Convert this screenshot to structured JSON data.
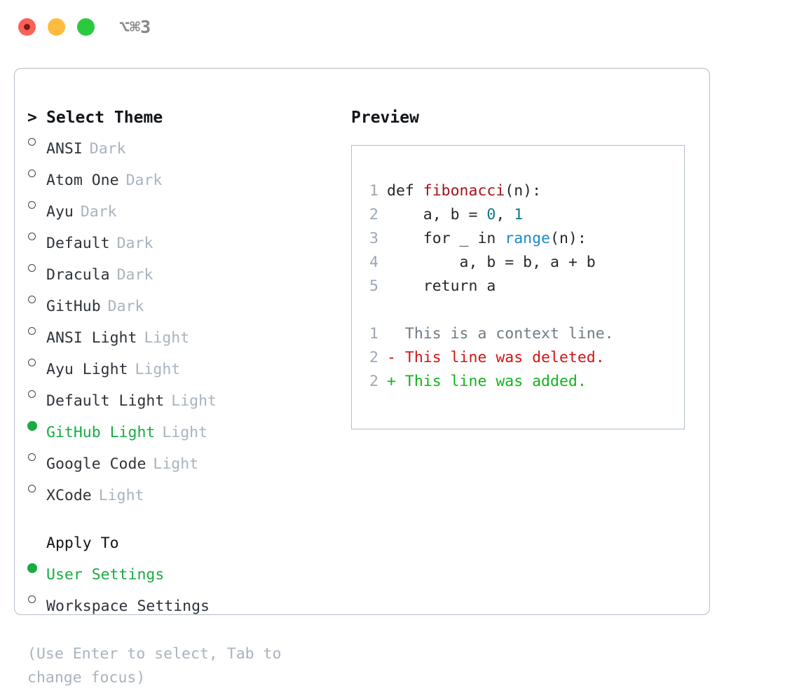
{
  "window": {
    "title": "⌥⌘3",
    "controls": [
      {
        "name": "close",
        "color": "#fc6058"
      },
      {
        "name": "minimize",
        "color": "#fdbc40"
      },
      {
        "name": "maximize",
        "color": "#2bc940"
      }
    ]
  },
  "theme_picker": {
    "caret": ">",
    "header": "Select Theme",
    "options": [
      {
        "label": "ANSI",
        "kind": "Dark",
        "selected": false
      },
      {
        "label": "Atom One",
        "kind": "Dark",
        "selected": false
      },
      {
        "label": "Ayu",
        "kind": "Dark",
        "selected": false
      },
      {
        "label": "Default",
        "kind": "Dark",
        "selected": false
      },
      {
        "label": "Dracula",
        "kind": "Dark",
        "selected": false
      },
      {
        "label": "GitHub",
        "kind": "Dark",
        "selected": false
      },
      {
        "label": "ANSI Light",
        "kind": "Light",
        "selected": false
      },
      {
        "label": "Ayu Light",
        "kind": "Light",
        "selected": false
      },
      {
        "label": "Default Light",
        "kind": "Light",
        "selected": false
      },
      {
        "label": "GitHub Light",
        "kind": "Light",
        "selected": true
      },
      {
        "label": "Google Code",
        "kind": "Light",
        "selected": false
      },
      {
        "label": "XCode",
        "kind": "Light",
        "selected": false
      }
    ]
  },
  "apply_to": {
    "title": "Apply To",
    "options": [
      {
        "label": "User Settings",
        "selected": true
      },
      {
        "label": "Workspace Settings",
        "selected": false
      }
    ]
  },
  "hint": "(Use Enter to select, Tab to change focus)",
  "preview": {
    "title": "Preview",
    "code_lines": [
      {
        "no": "1",
        "parts": [
          {
            "t": "def ",
            "c": "plain"
          },
          {
            "t": "fibonacci",
            "c": "fn"
          },
          {
            "t": "(n):",
            "c": "plain"
          }
        ]
      },
      {
        "no": "2",
        "parts": [
          {
            "t": "    a, b = ",
            "c": "plain"
          },
          {
            "t": "0",
            "c": "num"
          },
          {
            "t": ", ",
            "c": "plain"
          },
          {
            "t": "1",
            "c": "num"
          }
        ]
      },
      {
        "no": "3",
        "parts": [
          {
            "t": "    for _ in ",
            "c": "plain"
          },
          {
            "t": "range",
            "c": "bi"
          },
          {
            "t": "(n):",
            "c": "plain"
          }
        ]
      },
      {
        "no": "4",
        "parts": [
          {
            "t": "        a, b = b, a + b",
            "c": "plain"
          }
        ]
      },
      {
        "no": "5",
        "parts": [
          {
            "t": "    return a",
            "c": "plain"
          }
        ]
      }
    ],
    "diff_lines": [
      {
        "no": "1",
        "marker": " ",
        "text": " This is a context line.",
        "kind": "ctx"
      },
      {
        "no": "2",
        "marker": "-",
        "text": " This line was deleted.",
        "kind": "del"
      },
      {
        "no": "2",
        "marker": "+",
        "text": " This line was added.",
        "kind": "add"
      }
    ]
  },
  "colors": {
    "selected_green": "#18ab41",
    "muted_gray": "#a9b3bf",
    "border": "#b4bdc9",
    "fn_red": "#a3131b",
    "num_teal": "#0c7b82",
    "builtin_blue": "#1b8ac4",
    "diff_add": "#11b31a",
    "diff_del": "#d11414",
    "lineno": "#9aa7b5"
  }
}
